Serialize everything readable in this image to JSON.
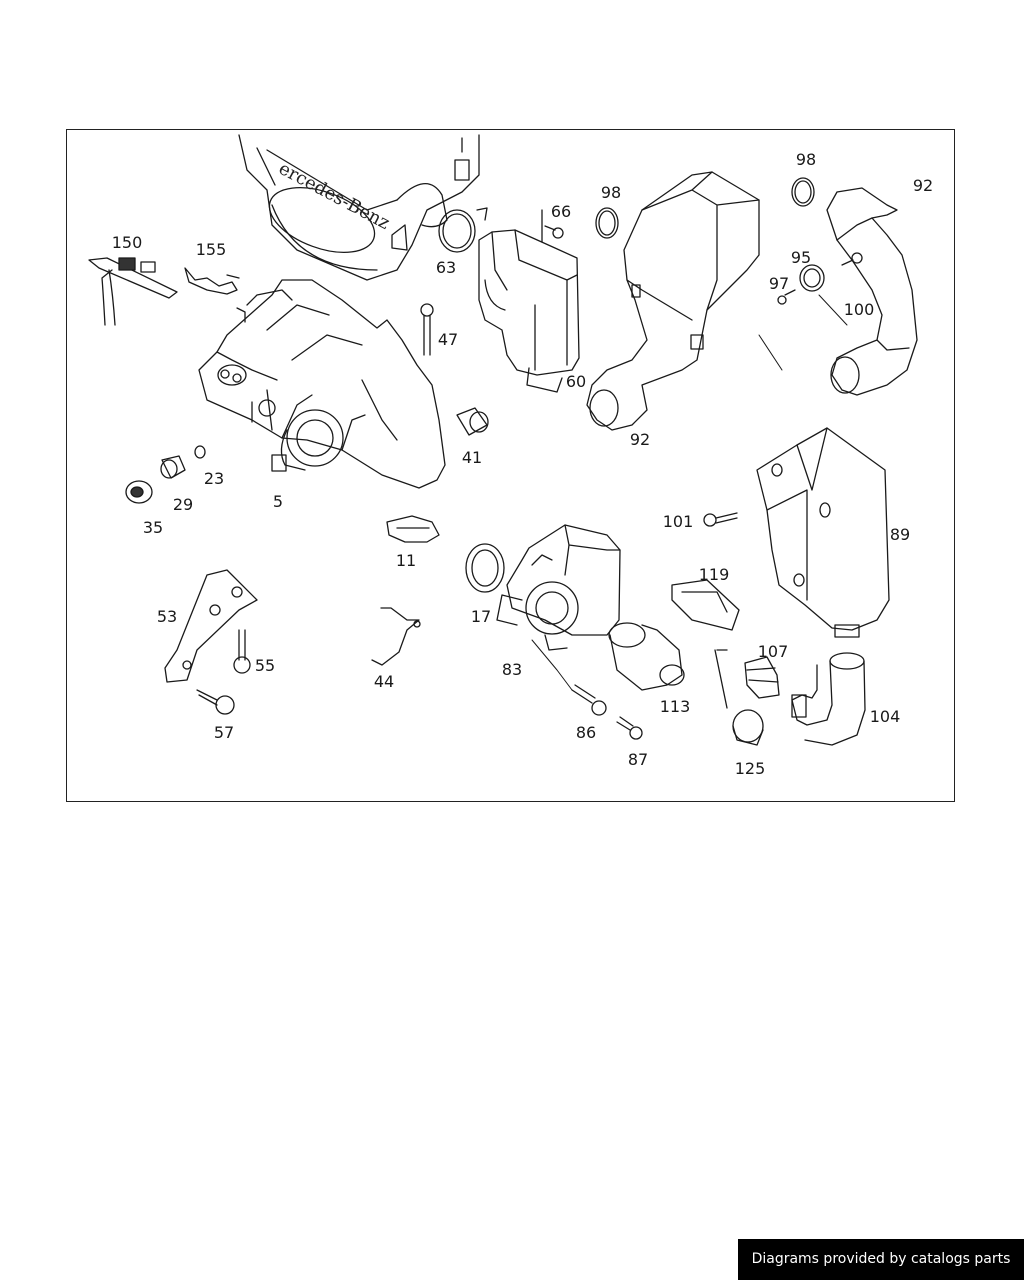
{
  "diagram": {
    "brand_text": "ercedes-Benz",
    "callouts": {
      "p150": "150",
      "p155": "155",
      "p63": "63",
      "p66": "66",
      "p98a": "98",
      "p98b": "98",
      "p92a": "92",
      "p95": "95",
      "p97": "97",
      "p100": "100",
      "p47": "47",
      "p60": "60",
      "p41": "41",
      "p92b": "92",
      "p23": "23",
      "p29": "29",
      "p35": "35",
      "p5": "5",
      "p11": "11",
      "p101": "101",
      "p89": "89",
      "p17": "17",
      "p119": "119",
      "p53": "53",
      "p55": "55",
      "p44": "44",
      "p83": "83",
      "p107": "107",
      "p113": "113",
      "p104": "104",
      "p57": "57",
      "p86": "86",
      "p87": "87",
      "p125": "125"
    }
  },
  "footer": {
    "text": "Diagrams provided by catalogs parts"
  }
}
